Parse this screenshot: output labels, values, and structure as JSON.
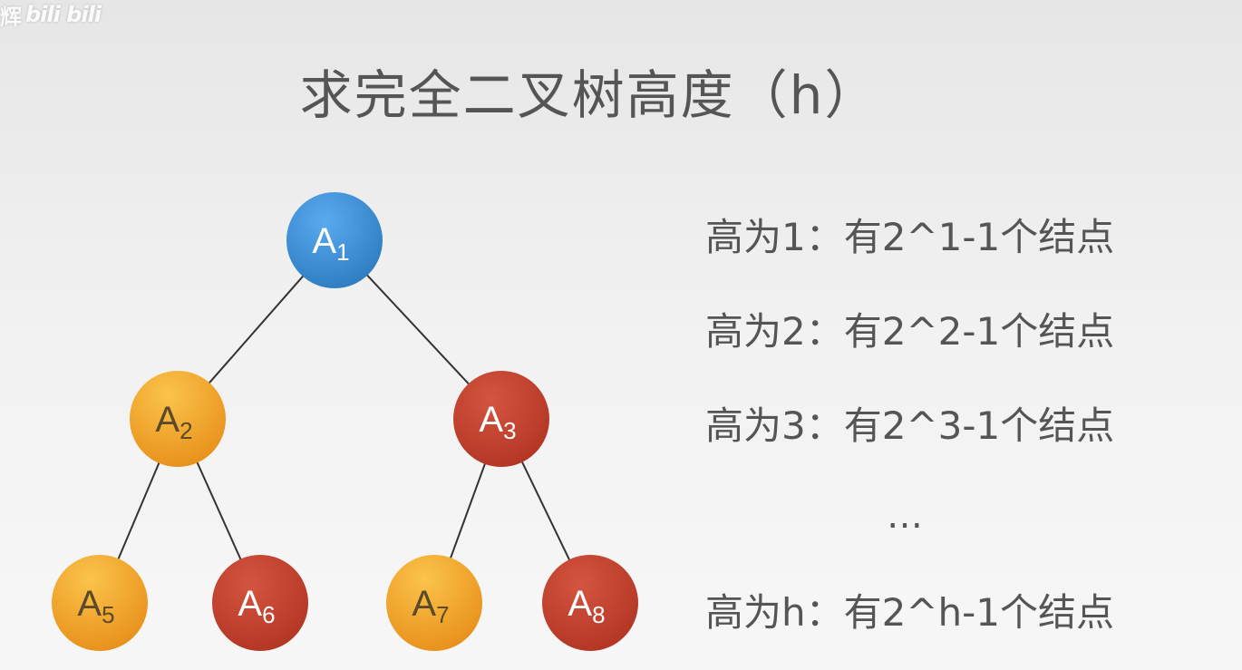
{
  "watermark": {
    "text": "辉",
    "logo": "bili bili",
    "logo_icon": "bilibili-logo-icon"
  },
  "title": "求完全二叉树高度（h）",
  "tree": {
    "colors": {
      "blue": "#3c8fd3",
      "orange": "#f3a625",
      "red": "#c44232",
      "edge": "#333333"
    },
    "nodes": [
      {
        "id": "A1",
        "letter": "A",
        "sub": "1",
        "color": "blue"
      },
      {
        "id": "A2",
        "letter": "A",
        "sub": "2",
        "color": "orange"
      },
      {
        "id": "A3",
        "letter": "A",
        "sub": "3",
        "color": "red"
      },
      {
        "id": "A5",
        "letter": "A",
        "sub": "5",
        "color": "orange"
      },
      {
        "id": "A6",
        "letter": "A",
        "sub": "6",
        "color": "red"
      },
      {
        "id": "A7",
        "letter": "A",
        "sub": "7",
        "color": "orange"
      },
      {
        "id": "A8",
        "letter": "A",
        "sub": "8",
        "color": "red"
      }
    ],
    "edges": [
      [
        "A1",
        "A2"
      ],
      [
        "A1",
        "A3"
      ],
      [
        "A2",
        "A5"
      ],
      [
        "A2",
        "A6"
      ],
      [
        "A3",
        "A7"
      ],
      [
        "A3",
        "A8"
      ]
    ]
  },
  "rules": {
    "lines": [
      "高为1：有2^1-1个结点",
      "高为2：有2^2-1个结点",
      "高为3：有2^3-1个结点",
      "…",
      "高为h：有2^h-1个结点"
    ]
  }
}
